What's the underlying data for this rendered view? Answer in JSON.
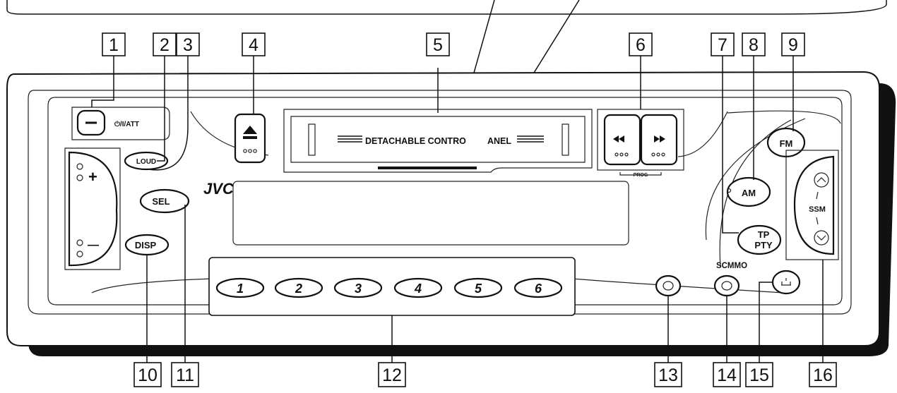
{
  "panel": {
    "brand": "JVC",
    "detachable_label": "DETACHABLE CONTRO",
    "detachable_label_2": "ANEL",
    "prog_label": "PROG",
    "scm_mo_label": "SCMMO"
  },
  "buttons": {
    "power_att": "⏻/I/ATT",
    "loud": "LOUD",
    "sel": "SEL",
    "disp": "DISP",
    "fm": "FM",
    "am": "AM",
    "tp": "TP",
    "pty": "PTY",
    "ssm": "SSM",
    "vol_plus": "+",
    "vol_minus": "—",
    "presets": [
      "1",
      "2",
      "3",
      "4",
      "5",
      "6"
    ]
  },
  "callouts": [
    "1",
    "2",
    "3",
    "4",
    "5",
    "6",
    "7",
    "8",
    "9",
    "10",
    "11",
    "12",
    "13",
    "14",
    "15",
    "16"
  ]
}
